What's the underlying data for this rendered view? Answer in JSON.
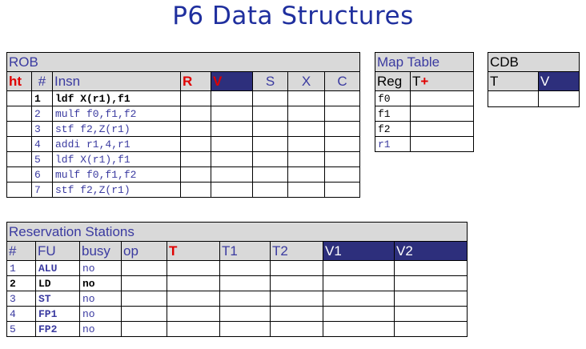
{
  "title": "P6 Data Structures",
  "rob": {
    "caption": "ROB",
    "headers": {
      "ht": "ht",
      "num": "#",
      "insn": "Insn",
      "r": "R",
      "v": "V",
      "s": "S",
      "x": "X",
      "c": "C"
    },
    "rows": [
      {
        "num": "1",
        "insn": "ldf X(r1),f1"
      },
      {
        "num": "2",
        "insn": "mulf f0,f1,f2"
      },
      {
        "num": "3",
        "insn": "stf f2,Z(r1)"
      },
      {
        "num": "4",
        "insn": "addi r1,4,r1"
      },
      {
        "num": "5",
        "insn": "ldf X(r1),f1"
      },
      {
        "num": "6",
        "insn": "mulf f0,f1,f2"
      },
      {
        "num": "7",
        "insn": "stf f2,Z(r1)"
      }
    ]
  },
  "map_table": {
    "caption": "Map Table",
    "headers": {
      "reg": "Reg",
      "t": "T",
      "plus": "+"
    },
    "rows": [
      {
        "reg": "f0"
      },
      {
        "reg": "f1"
      },
      {
        "reg": "f2"
      },
      {
        "reg": "r1"
      }
    ]
  },
  "cdb": {
    "caption": "CDB",
    "headers": {
      "t": "T",
      "v": "V"
    }
  },
  "rs": {
    "caption": "Reservation Stations",
    "headers": {
      "num": "#",
      "fu": "FU",
      "busy": "busy",
      "op": "op",
      "t": "T",
      "t1": "T1",
      "t2": "T2",
      "v1": "V1",
      "v2": "V2"
    },
    "rows": [
      {
        "num": "1",
        "fu": "ALU",
        "busy": "no"
      },
      {
        "num": "2",
        "fu": "LD",
        "busy": "no"
      },
      {
        "num": "3",
        "fu": "ST",
        "busy": "no"
      },
      {
        "num": "4",
        "fu": "FP1",
        "busy": "no"
      },
      {
        "num": "5",
        "fu": "FP2",
        "busy": "no"
      }
    ]
  },
  "colors": {
    "accent": "#2d2f7c",
    "text_blue": "#3a3aa0",
    "highlight_red": "#e00000",
    "header_gray": "#d9d9d9"
  }
}
